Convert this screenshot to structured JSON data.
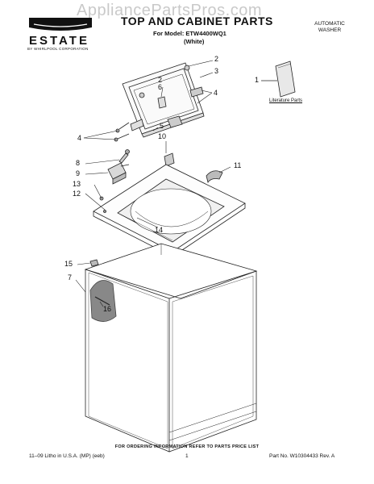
{
  "watermark": "AppliancePartsPros.com",
  "brand": {
    "name": "ESTATE",
    "subtitle": "BY WHIRLPOOL CORPORATION"
  },
  "header": {
    "title": "TOP AND CABINET PARTS",
    "model_line": "For Model: ETW4400WQ1",
    "color_line": "(White)",
    "product_type_line1": "AUTOMATIC",
    "product_type_line2": "WASHER"
  },
  "literature": {
    "label": "Literature Parts"
  },
  "callouts": {
    "c1": "1",
    "c2a": "2",
    "c2b": "2",
    "c3": "3",
    "c4a": "4",
    "c4b": "4",
    "c5": "5",
    "c6": "6",
    "c7": "7",
    "c8": "8",
    "c9": "9",
    "c10": "10",
    "c11": "11",
    "c12": "12",
    "c13": "13",
    "c14": "14",
    "c15": "15",
    "c16": "16"
  },
  "footer": {
    "ordering_note": "FOR ORDERING INFORMATION REFER TO PARTS PRICE LIST",
    "litho": "11–09 Litho in U.S.A. (MP) (eeb)",
    "page": "1",
    "part_no": "Part No. W10304433 Rev. A"
  }
}
